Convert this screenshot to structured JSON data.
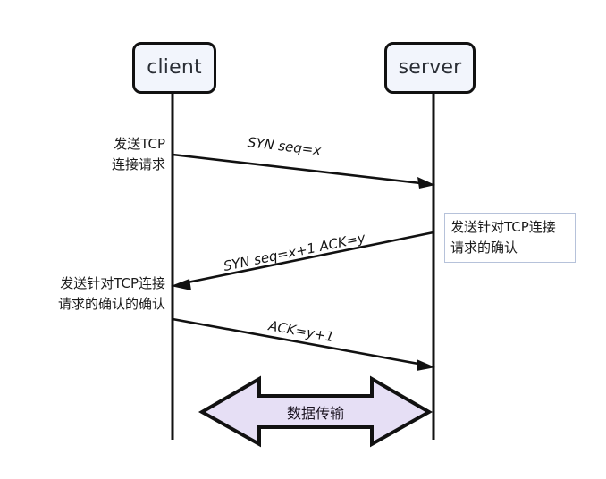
{
  "diagram": {
    "title": "TCP three-way handshake sequence diagram",
    "colors": {
      "participant_fill": "#f2f5fc",
      "participant_border": "#111111",
      "line": "#111111",
      "note_border": "#b6c2da",
      "data_arrow_fill": "#e6dff5",
      "data_arrow_border": "#111111",
      "text": "#1b1b1b"
    },
    "participants": [
      {
        "id": "client",
        "label": "client"
      },
      {
        "id": "server",
        "label": "server"
      }
    ],
    "messages": [
      {
        "id": "syn",
        "label": "SYN seq=x",
        "from": "client",
        "to": "server",
        "direction": "right"
      },
      {
        "id": "syn-ack",
        "label": "SYN seq=x+1 ACK=y",
        "from": "server",
        "to": "client",
        "direction": "left"
      },
      {
        "id": "ack",
        "label": "ACK=y+1",
        "from": "client",
        "to": "server",
        "direction": "right"
      }
    ],
    "notes": {
      "send_syn": {
        "line1": "发送TCP",
        "line2": "连接请求"
      },
      "server_ack": {
        "line1": "发送针对TCP连接",
        "line2": "请求的确认"
      },
      "ack_of_ack": {
        "line1": "发送针对TCP连接",
        "line2": "请求的确认的确认"
      }
    },
    "data_transfer": {
      "label": "数据传输"
    }
  }
}
